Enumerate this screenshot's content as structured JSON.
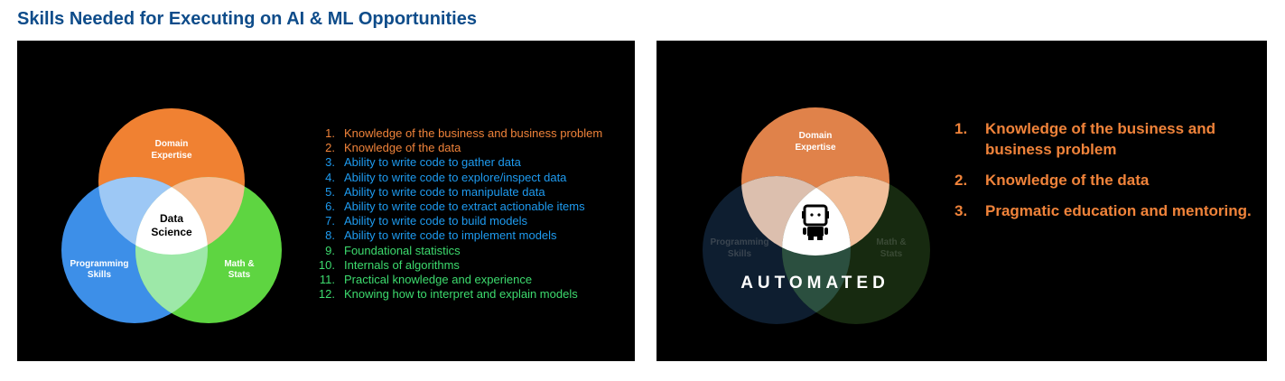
{
  "title": "Skills Needed for Executing on AI & ML Opportunities",
  "slide1": {
    "venn": {
      "top": [
        "Domain",
        "Expertise"
      ],
      "left": [
        "Programming",
        "Skills"
      ],
      "right": [
        "Math &",
        "Stats"
      ],
      "center": [
        "Data",
        "Science"
      ]
    },
    "items": [
      {
        "n": "1.",
        "text": "Knowledge of the business and business problem",
        "group": "o"
      },
      {
        "n": "2.",
        "text": "Knowledge of the data",
        "group": "o"
      },
      {
        "n": "3.",
        "text": "Ability to write code to gather data",
        "group": "b"
      },
      {
        "n": "4.",
        "text": "Ability to write code to explore/inspect data",
        "group": "b"
      },
      {
        "n": "5.",
        "text": "Ability to write code to manipulate data",
        "group": "b"
      },
      {
        "n": "6.",
        "text": "Ability to write code to extract actionable items",
        "group": "b"
      },
      {
        "n": "7.",
        "text": "Ability to write code to build models",
        "group": "b"
      },
      {
        "n": "8.",
        "text": "Ability to write code to implement models",
        "group": "b"
      },
      {
        "n": "9.",
        "text": "Foundational statistics",
        "group": "g"
      },
      {
        "n": "10.",
        "text": "Internals of algorithms",
        "group": "g"
      },
      {
        "n": "11.",
        "text": "Practical knowledge and experience",
        "group": "g"
      },
      {
        "n": "12.",
        "text": "Knowing how to interpret and explain models",
        "group": "g"
      }
    ]
  },
  "slide2": {
    "venn": {
      "top": [
        "Domain",
        "Expertise"
      ],
      "left": [
        "Programming",
        "Skills"
      ],
      "right": [
        "Math &",
        "Stats"
      ],
      "center_icon": "robot-icon"
    },
    "overlay": "AUTOMATED",
    "items": [
      {
        "n": "1.",
        "text": "Knowledge of the business and business problem"
      },
      {
        "n": "2.",
        "text": "Knowledge of the data"
      },
      {
        "n": "3.",
        "text": "Pragmatic education and mentoring."
      }
    ]
  },
  "colors": {
    "title": "#0E4C8A",
    "orange": "#F0833A",
    "blue": "#1E9BF0",
    "green": "#3DDB6E"
  }
}
